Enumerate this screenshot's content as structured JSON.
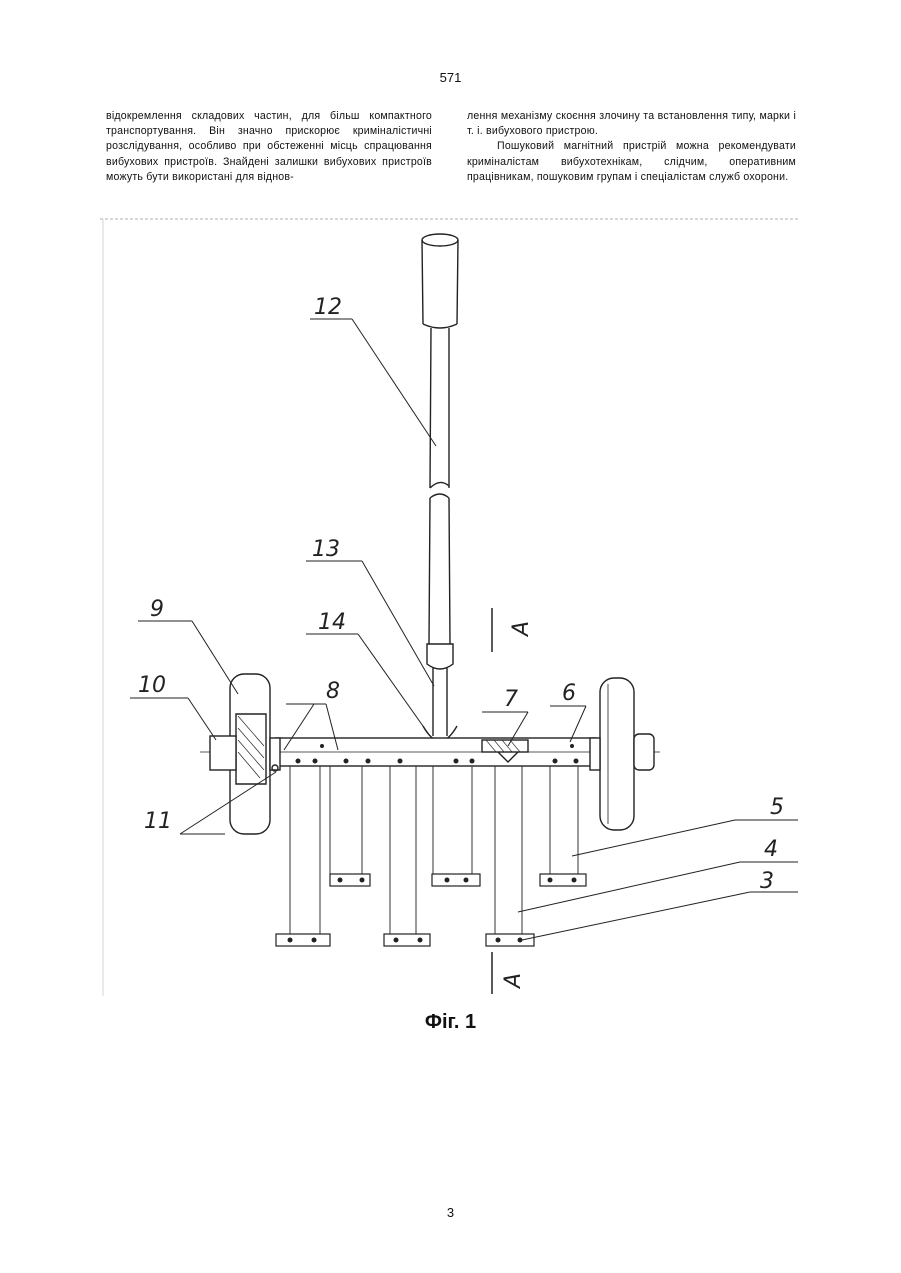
{
  "page": {
    "top_number": "571",
    "bottom_number": "3"
  },
  "text": {
    "left_column": "відокремлення складових частин, для більш компактного транспортування. Він значно прискорює криміналістичні розслідування, особливо при обстеженні місць спрацювання вибухових пристроїв. Знайдені залишки вибухових пристроїв можуть бути використані для віднов-",
    "right_column_p1": "лення механізму скоєння злочину та встановлення типу, марки і т. і. вибухового пристрою.",
    "right_column_p2": "Пошуковий магнітний пристрій можна рекомендувати криміналістам вибухотехнікам, слідчим, оперативним працівникам, пошуковим групам і спеціалістам служб охорони."
  },
  "figure": {
    "caption": "Фіг. 1",
    "labels": {
      "l12": "12",
      "l13": "13",
      "l14": "14",
      "l9": "9",
      "l10": "10",
      "l8": "8",
      "l7": "7",
      "l6": "6",
      "l5": "5",
      "l4": "4",
      "l3": "3",
      "l11": "11",
      "section_top": "А",
      "section_bottom": "А"
    }
  }
}
